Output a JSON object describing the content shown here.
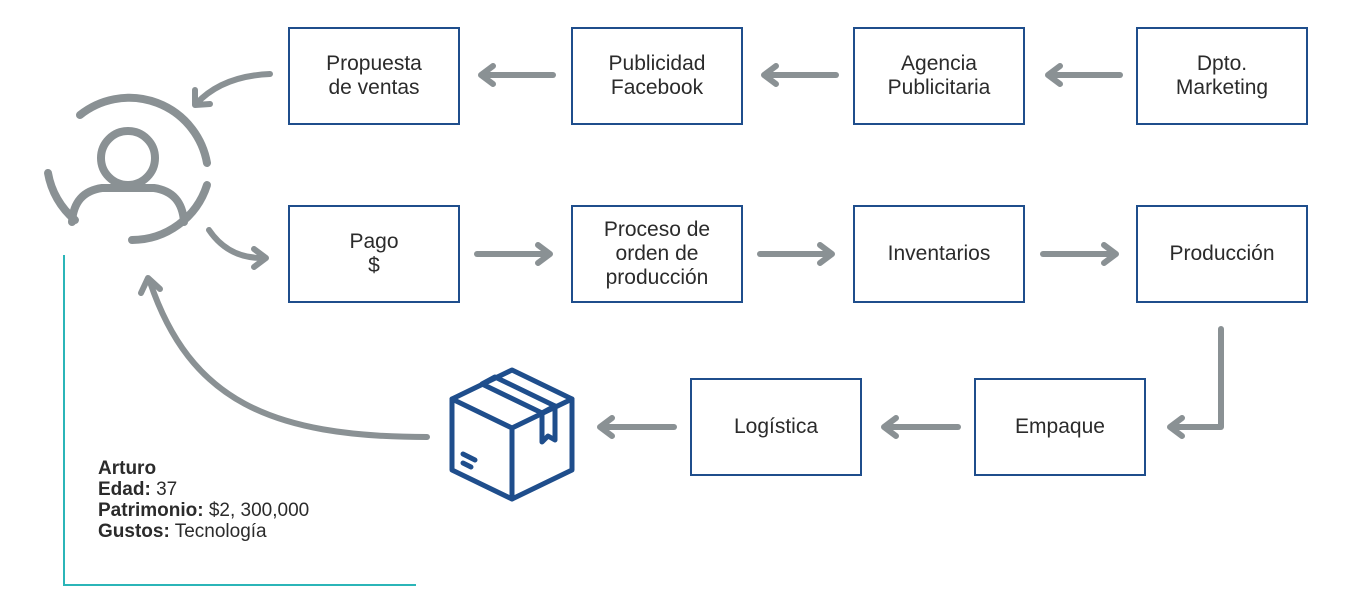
{
  "boxes": {
    "propuesta": "Propuesta\nde ventas",
    "publicidad": "Publicidad\nFacebook",
    "agencia": "Agencia\nPublicitaria",
    "marketing": "Dpto.\nMarketing",
    "pago": "Pago\n$",
    "proceso": "Proceso de\norden de\nproducción",
    "inventarios": "Inventarios",
    "produccion": "Producción",
    "logistica": "Logística",
    "empaque": "Empaque"
  },
  "profile": {
    "name": "Arturo",
    "age_label": "Edad:",
    "age_value": "37",
    "wealth_label": "Patrimonio:",
    "wealth_value": "$2, 300,000",
    "likes_label": "Gustos:",
    "likes_value": "Tecnología"
  },
  "colors": {
    "box_border": "#1f4e8c",
    "arrow": "#8a9194",
    "user_icon": "#8a9194",
    "profile_bracket": "#2bb5b8"
  },
  "icons": [
    "user-icon",
    "package-box-icon"
  ]
}
